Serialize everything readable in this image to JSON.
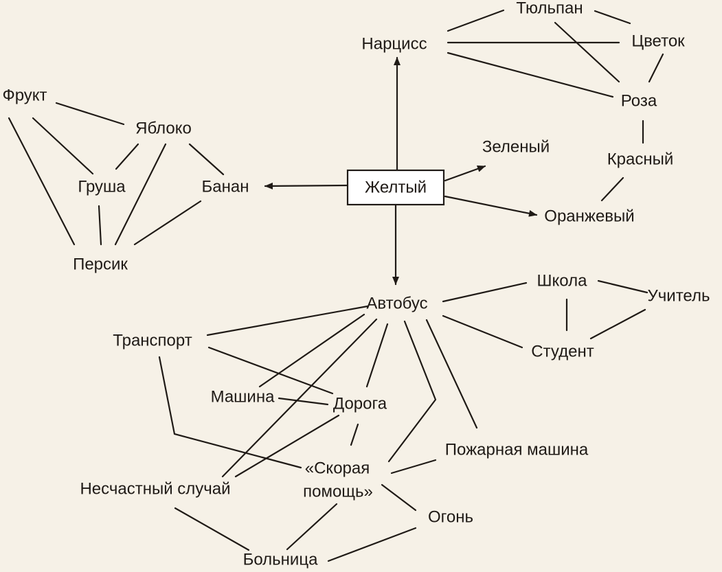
{
  "diagram": {
    "center": "Желтый",
    "nodes": {
      "narciss": "Нарцисс",
      "tyulpan": "Тюльпан",
      "tsvetok": "Цветок",
      "roza": "Роза",
      "krasny": "Красный",
      "zeleny": "Зеленый",
      "oranzhevy": "Оранжевый",
      "frukt": "Фрукт",
      "yabloko": "Яблоко",
      "grusha": "Груша",
      "banan": "Банан",
      "persik": "Персик",
      "avtobus": "Автобус",
      "shkola": "Школа",
      "uchitel": "Учитель",
      "student": "Студент",
      "transport": "Транспорт",
      "mashina": "Машина",
      "doroga": "Дорога",
      "pozharnaya": "Пожарная машина",
      "skoraya1": "«Скорая",
      "skoraya2": "помощь»",
      "neschastny": "Несчастный случай",
      "ogon": "Огонь",
      "bolnitsa": "Больница"
    }
  }
}
